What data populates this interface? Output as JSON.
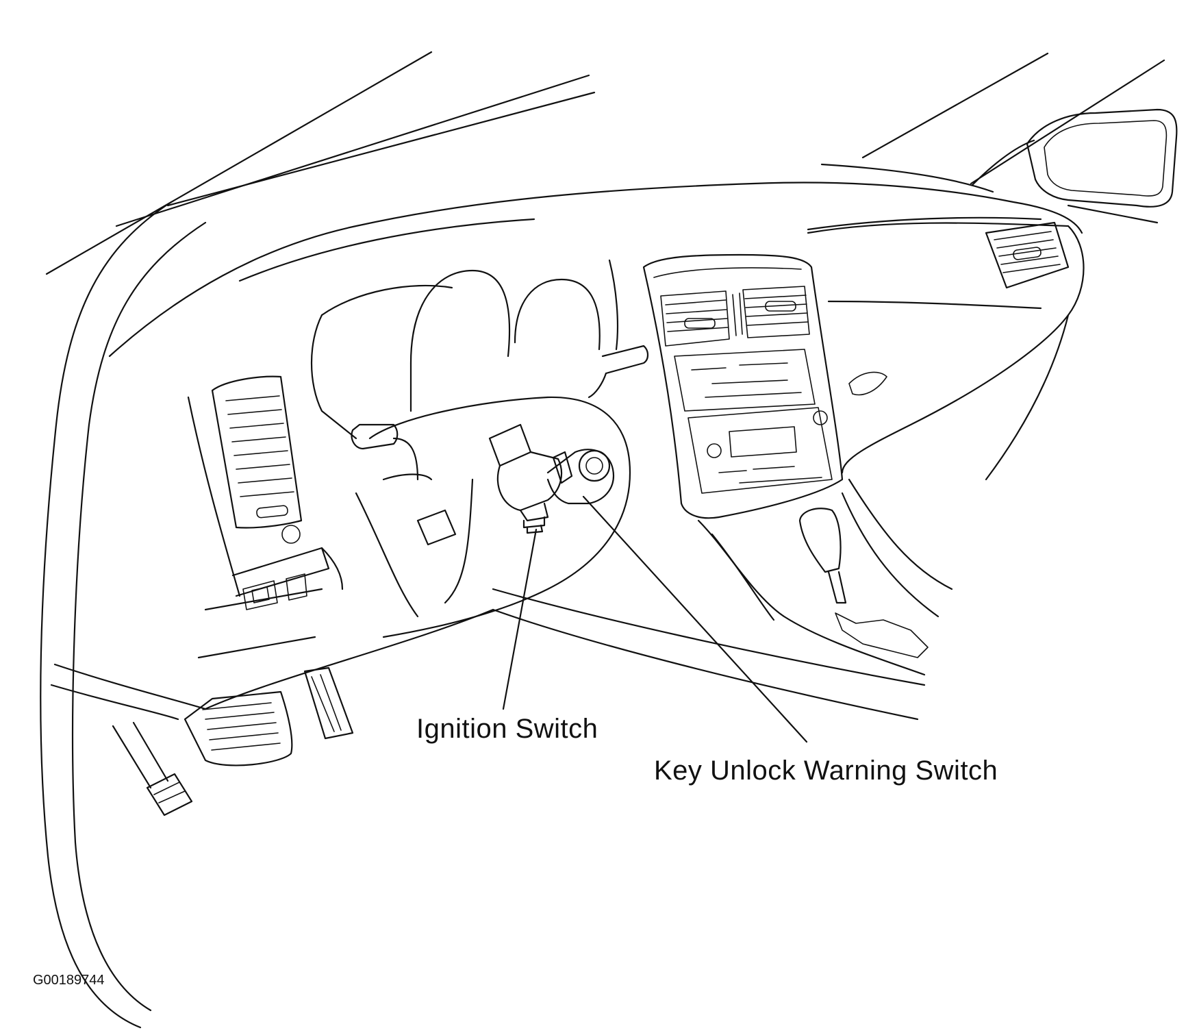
{
  "callouts": {
    "ignition_switch": "Ignition Switch",
    "key_unlock_warning_switch": "Key Unlock Warning Switch"
  },
  "figure_id": "G00189744",
  "colors": {
    "line": "#111111",
    "background": "#ffffff"
  }
}
